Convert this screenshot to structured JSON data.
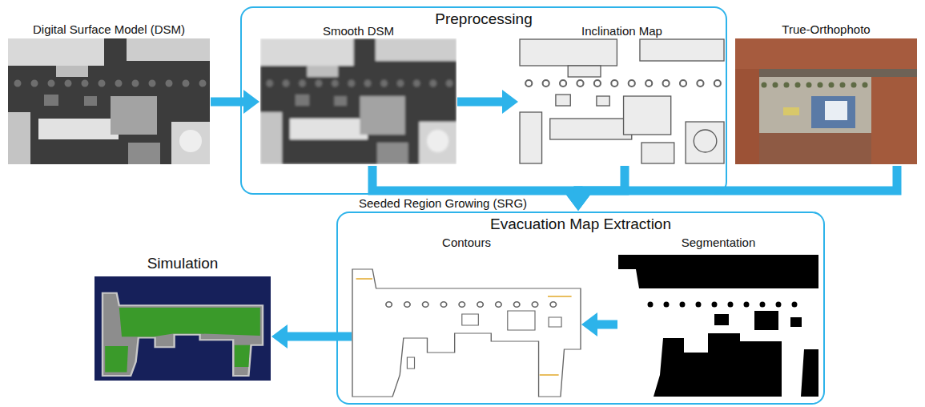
{
  "diagram": {
    "nodes": [
      {
        "text": [
          "Digital Surface Model (DSM)"
        ]
      },
      {
        "text": [
          "Preprocessing"
        ]
      },
      {
        "text": [
          "Smooth DSM"
        ],
        "in": 1
      },
      {
        "text": [
          "Inclination Map"
        ],
        "in": 1
      },
      {
        "text": [
          "True-Orthophoto"
        ]
      },
      {
        "text": [
          "Evacuation Map Extraction"
        ]
      },
      {
        "text": [
          "Contours"
        ],
        "in": 5
      },
      {
        "text": [
          "Segmentation"
        ],
        "in": 5
      },
      {
        "text": [
          "Simulation"
        ]
      }
    ],
    "edges": [
      {
        "from": 0,
        "to": 2,
        "arrow": "to"
      },
      {
        "from": 2,
        "to": 3,
        "arrow": "to"
      },
      {
        "from": 2,
        "to": 5,
        "arrow": "to"
      },
      {
        "from": 3,
        "to": 5,
        "arrow": "to",
        "label": "Seeded Region Growing (SRG)"
      },
      {
        "from": 4,
        "to": 5,
        "arrow": "to"
      },
      {
        "from": 7,
        "to": 6,
        "arrow": "to"
      },
      {
        "from": 6,
        "to": 8,
        "arrow": "to"
      }
    ]
  }
}
